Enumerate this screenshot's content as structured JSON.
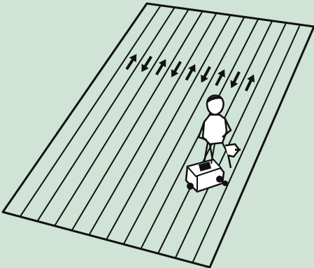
{
  "illustration": {
    "subject": "lawn-mowing-pattern",
    "stripe_count": 11,
    "arrow_directions": [
      "up",
      "down",
      "up",
      "down",
      "up",
      "down",
      "up",
      "down",
      "up"
    ],
    "colors": {
      "background": "#cfe3d6",
      "ink": "#111111",
      "lawn": "#cfe3d6"
    }
  }
}
